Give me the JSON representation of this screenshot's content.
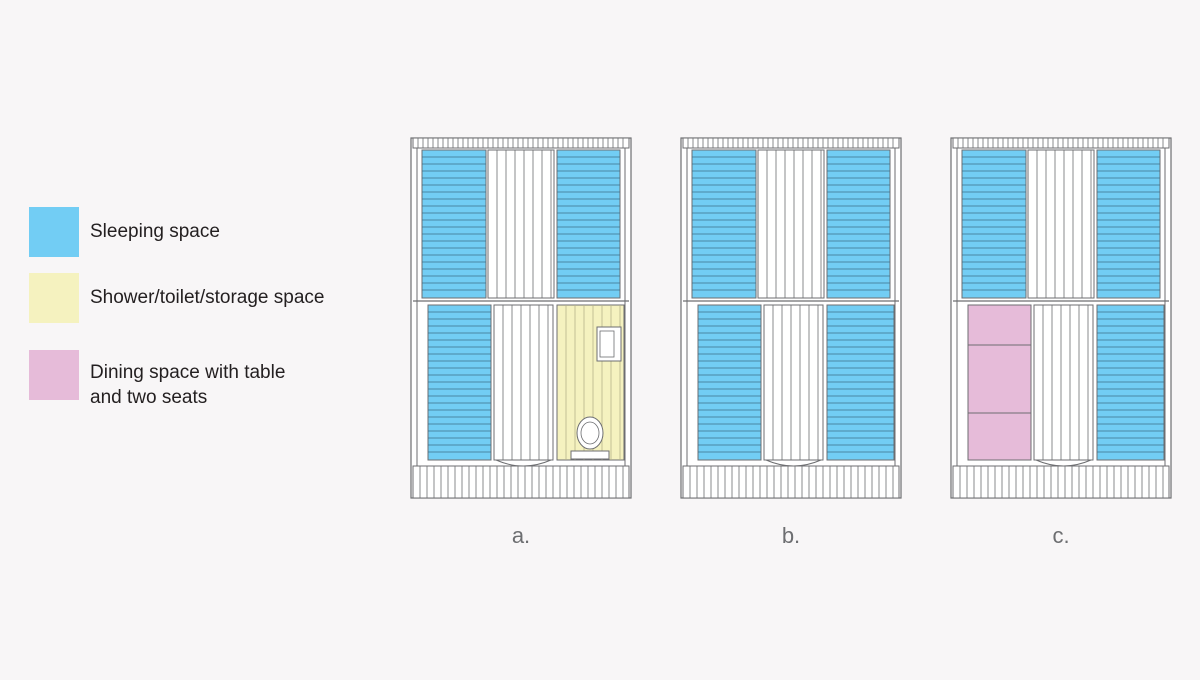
{
  "legend": {
    "items": [
      {
        "key": "sleeping",
        "lines": [
          "Sleeping space"
        ],
        "color": "#72cdf4"
      },
      {
        "key": "shower",
        "lines": [
          "Shower/toilet/storage space"
        ],
        "color": "#f5f2bf"
      },
      {
        "key": "dining",
        "lines": [
          "Dining space with table",
          "and two seats"
        ],
        "color": "#e6bbd9"
      }
    ]
  },
  "plans": [
    {
      "id": "a",
      "label": "a.",
      "cells": [
        "sleeping",
        "aisle",
        "sleeping",
        "sleeping",
        "aisle",
        "bathroom"
      ]
    },
    {
      "id": "b",
      "label": "b.",
      "cells": [
        "sleeping",
        "aisle",
        "sleeping",
        "sleeping",
        "aisle",
        "sleeping"
      ]
    },
    {
      "id": "c",
      "label": "c.",
      "cells": [
        "sleeping",
        "aisle",
        "sleeping",
        "dining",
        "aisle",
        "sleeping"
      ]
    }
  ],
  "colors": {
    "sleeping": "#72cdf4",
    "bathroom": "#f5f2bf",
    "dining": "#e6bbd9",
    "line": "#6d6e71",
    "aisle": "#ffffff"
  }
}
